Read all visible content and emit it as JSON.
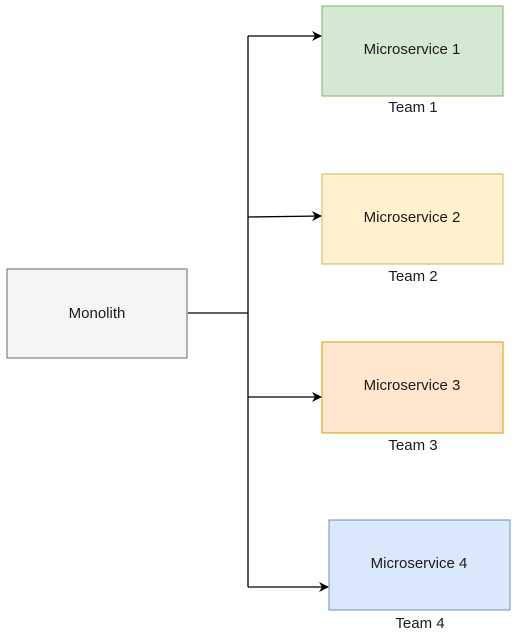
{
  "monolith": {
    "label": "Monolith",
    "fill": "#f5f5f5",
    "stroke": "#666666"
  },
  "services": [
    {
      "label": "Microservice 1",
      "team": "Team 1",
      "fill": "#d5e8d4",
      "stroke": "#82b366"
    },
    {
      "label": "Microservice 2",
      "team": "Team 2",
      "fill": "#fff2cc",
      "stroke": "#d6b656"
    },
    {
      "label": "Microservice 3",
      "team": "Team 3",
      "fill": "#ffe6cc",
      "stroke": "#d79b00"
    },
    {
      "label": "Microservice 4",
      "team": "Team 4",
      "fill": "#dae8fc",
      "stroke": "#6c8ebf"
    }
  ],
  "connector_color": "#000000"
}
